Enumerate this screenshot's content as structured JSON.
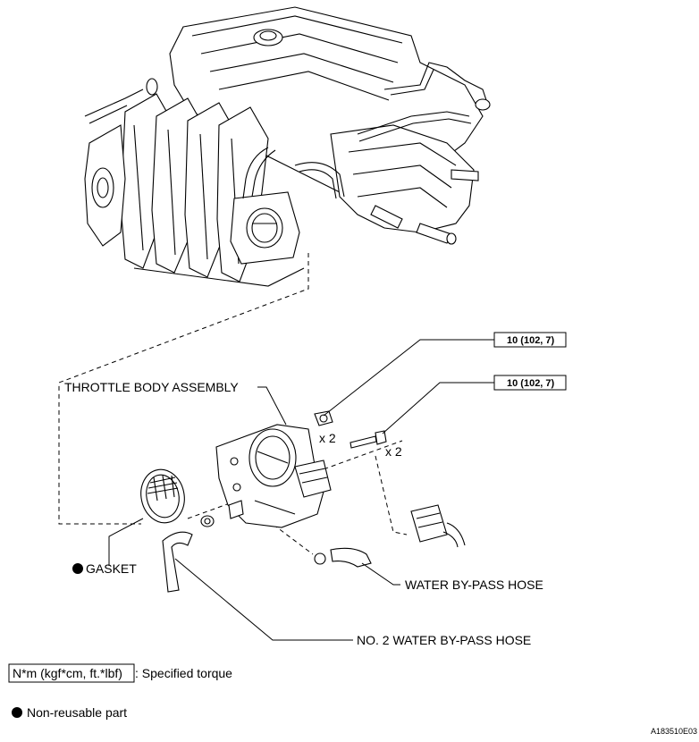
{
  "labels": {
    "throttle_body": "THROTTLE BODY ASSEMBLY",
    "gasket": "GASKET",
    "water_bypass_hose": "WATER BY-PASS HOSE",
    "no2_water_bypass_hose": "NO. 2 WATER BY-PASS HOSE",
    "qty_nut": "x 2",
    "qty_bolt": "x 2"
  },
  "torque": {
    "nut_spec": "10 (102, 7)",
    "bolt_spec": "10 (102, 7)"
  },
  "legend": {
    "torque_box": "N*m (kgf*cm, ft.*lbf)",
    "torque_text": ": Specified torque",
    "nonreusable_text": "Non-reusable part"
  },
  "figure_id": "A183510E03"
}
